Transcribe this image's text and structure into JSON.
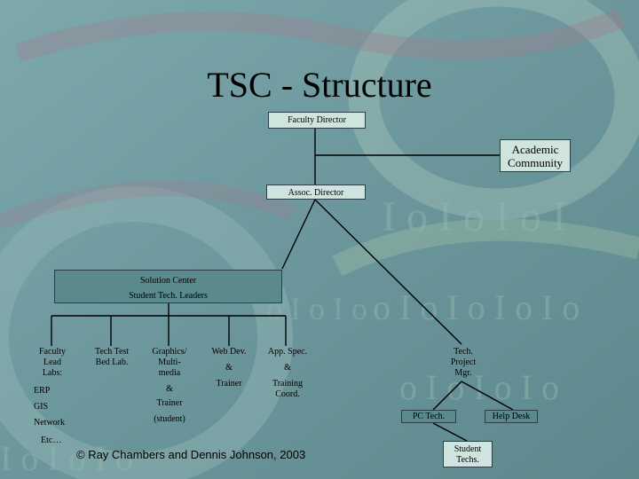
{
  "title": "TSC - Structure",
  "boxes": {
    "faculty_director": "Faculty Director",
    "academic_community_1": "Academic",
    "academic_community_2": "Community",
    "assoc_director": "Assoc. Director",
    "solution_center_1": "Solution Center",
    "solution_center_2": "Student Tech. Leaders",
    "pc_tech": "PC Tech.",
    "help_desk": "Help Desk",
    "student_techs_1": "Student",
    "student_techs_2": "Techs."
  },
  "columns": {
    "faculty_lead": {
      "l1": "Faculty",
      "l2": "Lead",
      "l3": "Labs:",
      "l4": "ERP",
      "l5": "GIS",
      "l6": "Network",
      "l7": "Etc…"
    },
    "tech_test": {
      "l1": "Tech Test",
      "l2": "Bed Lab."
    },
    "graphics": {
      "l1": "Graphics/",
      "l2": "Multi-",
      "l3": "media",
      "l4": "&",
      "l5": "Trainer",
      "l6": "(student)"
    },
    "web_dev": {
      "l1": "Web Dev.",
      "l2": "&",
      "l3": "Trainer"
    },
    "app_spec": {
      "l1": "App. Spec.",
      "l2": "&",
      "l3": "Training",
      "l4": "Coord."
    },
    "tech_project": {
      "l1": "Tech.",
      "l2": "Project",
      "l3": "Mgr."
    }
  },
  "credit": "© Ray Chambers and Dennis Johnson, 2003",
  "colors": {
    "background": "#6e9aa0",
    "box_fill": "#5a8a8c",
    "light_box_fill": "#cfe3df",
    "line": "#000000"
  }
}
